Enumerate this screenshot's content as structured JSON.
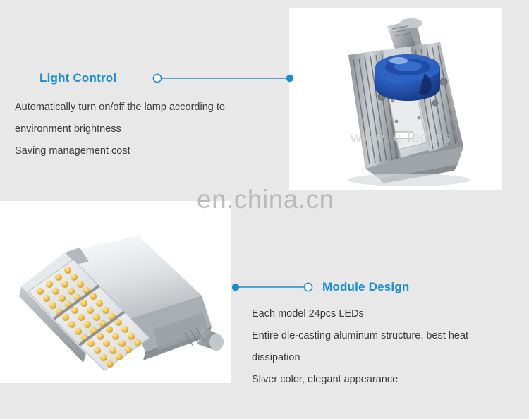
{
  "page": {
    "background_color": "#e8e8e8",
    "accent_color": "#1a8ed1",
    "body_text_color": "#3b3b3b"
  },
  "sections": [
    {
      "id": "light-control",
      "heading": "Light Control",
      "body": "Automatically turn on/off the lamp according to\nenvironment brightness\nSaving management cost",
      "connector": {
        "left_marker": "hollow-circle",
        "right_marker": "filled-dot",
        "color": "#1a8ed1"
      },
      "photo": {
        "alt": "LED street light head with aluminum heat-sink fins and blue photocell light-control sensor",
        "background": "#ffffff"
      }
    },
    {
      "id": "module-design",
      "heading": "Module Design",
      "body": "Each model 24pcs LEDs\nEntire die-casting aluminum structure, best heat\ndissipation\nSliver color, elegant appearance",
      "connector": {
        "left_marker": "filled-dot",
        "right_marker": "hollow-circle",
        "color": "#1a8ed1"
      },
      "photo": {
        "alt": "Underside of silver LED street lamp showing three modules of yellow LED chips",
        "background": "#ffffff"
      }
    }
  ],
  "watermarks": {
    "main": "en.china.cn",
    "photo": "www.     c-led.es"
  }
}
